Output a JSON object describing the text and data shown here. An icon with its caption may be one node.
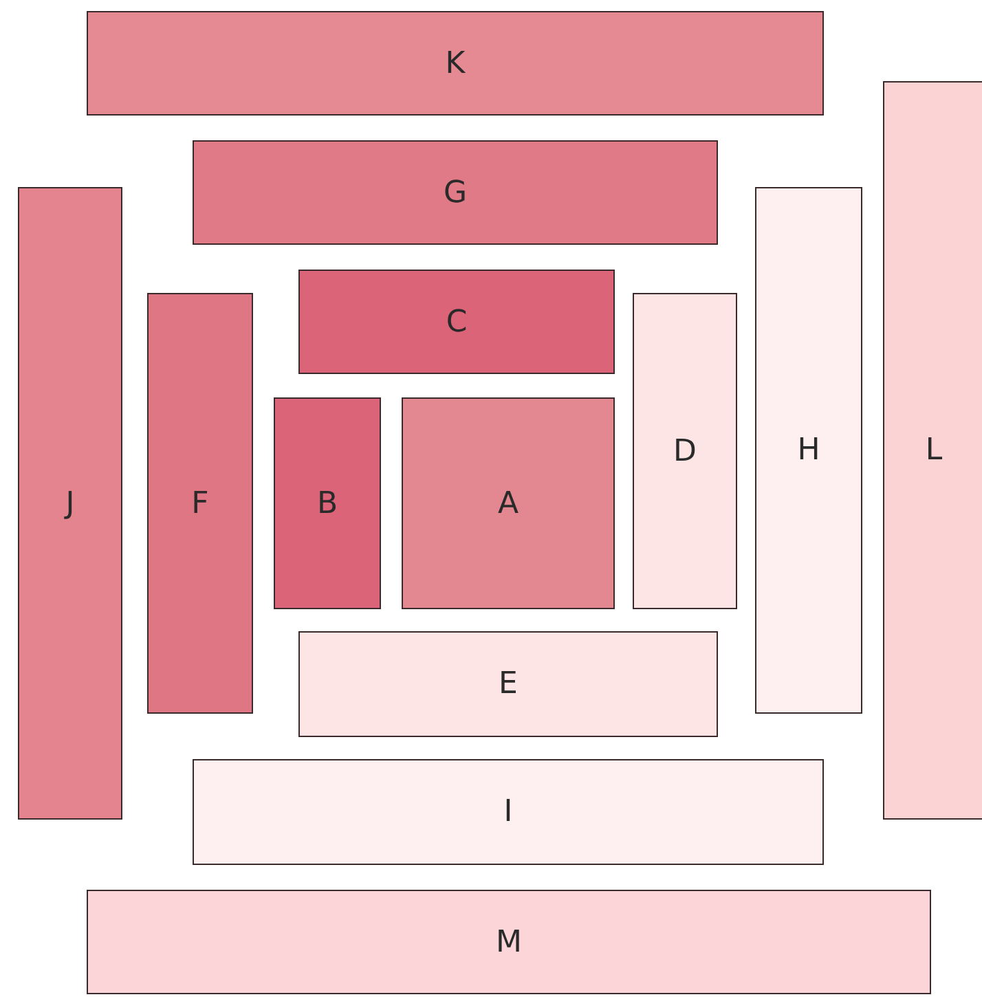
{
  "diagram": {
    "nodes": [
      {
        "text": [
          "K"
        ]
      },
      {
        "text": [
          "G"
        ]
      },
      {
        "text": [
          "C"
        ]
      },
      {
        "text": [
          "J"
        ]
      },
      {
        "text": [
          "F"
        ]
      },
      {
        "text": [
          "B"
        ]
      },
      {
        "text": [
          "A"
        ]
      },
      {
        "text": [
          "D"
        ]
      },
      {
        "text": [
          "H"
        ]
      },
      {
        "text": [
          "L"
        ]
      },
      {
        "text": [
          "E"
        ]
      },
      {
        "text": [
          "I"
        ]
      },
      {
        "text": [
          "M"
        ]
      }
    ]
  }
}
